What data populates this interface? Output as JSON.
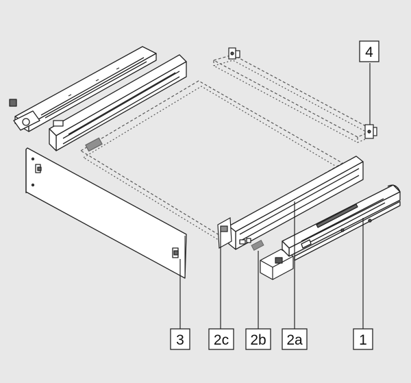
{
  "colors": {
    "background": "#e8e8e8",
    "part_fill": "#ffffff",
    "part_stroke": "#222222",
    "dashed_outline": "#555555",
    "pad_grey": "#8f8f8f",
    "callout_box_fill": "#ffffff"
  },
  "callouts": {
    "c1": "1",
    "c2a": "2a",
    "c2b": "2b",
    "c2c": "2c",
    "c3": "3",
    "c4": "4"
  }
}
